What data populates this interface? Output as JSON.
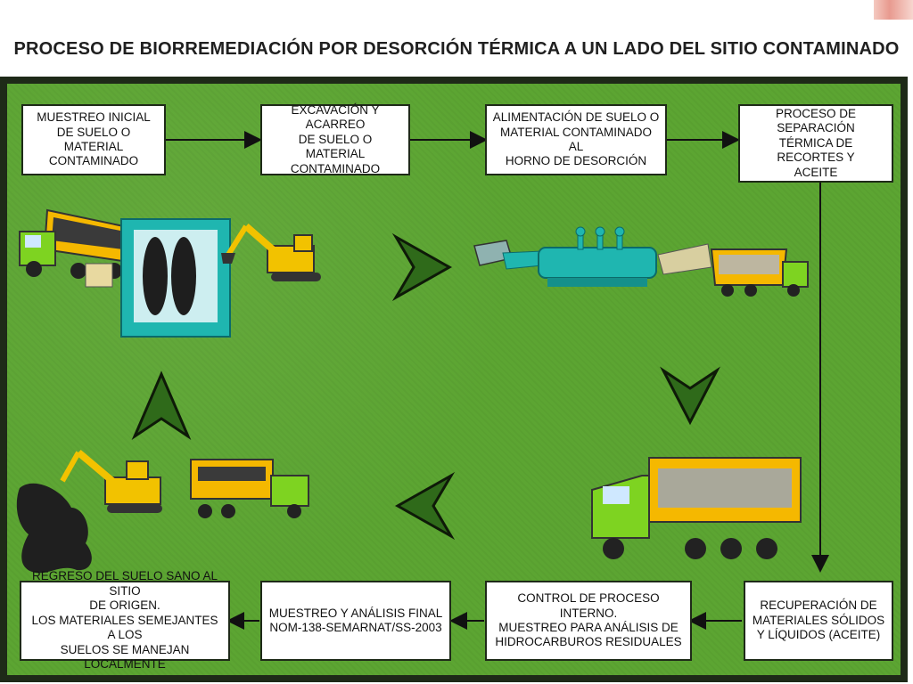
{
  "title": "PROCESO DE BIORREMEDIACIÓN POR DESORCIÓN TÉRMICA A UN LADO DEL SITIO CONTAMINADO",
  "steps": {
    "s1": "MUESTREO INICIAL\nDE SUELO O MATERIAL\nCONTAMINADO",
    "s2": "EXCAVACIÓN Y ACARREO\nDE SUELO O MATERIAL\nCONTAMINADO",
    "s3": "ALIMENTACIÓN DE SUELO O\nMATERIAL CONTAMINADO AL\nHORNO DE DESORCIÓN",
    "s4": "PROCESO DE SEPARACIÓN\nTÉRMICA DE RECORTES Y\nACEITE",
    "s5": "RECUPERACIÓN DE\nMATERIALES SÓLIDOS\nY LÍQUIDOS (ACEITE)",
    "s6": "CONTROL DE PROCESO INTERNO.\nMUESTREO PARA ANÁLISIS DE\nHIDROCARBUROS RESIDUALES",
    "s7": "MUESTREO Y  ANÁLISIS FINAL\nNOM-138-SEMARNAT/SS-2003",
    "s8": "REGRESO DEL SUELO SANO AL SITIO\nDE ORIGEN.\nLOS MATERIALES SEMEJANTES A LOS\nSUELOS SE MANEJAN LOCALMENTE"
  },
  "colors": {
    "grass": "#5ca532",
    "frame": "#1e2a18",
    "big_arrow": "#2f6a1a",
    "truck_cab": "#7ed321",
    "truck_bed": "#f5b800",
    "excavator": "#f2c200",
    "furnace": "#1fb6b0"
  },
  "icons": [
    "dump-truck-icon",
    "excavator-icon",
    "pit-icon",
    "desorption-furnace-icon",
    "conveyor-icon",
    "soil-pile-icon"
  ]
}
